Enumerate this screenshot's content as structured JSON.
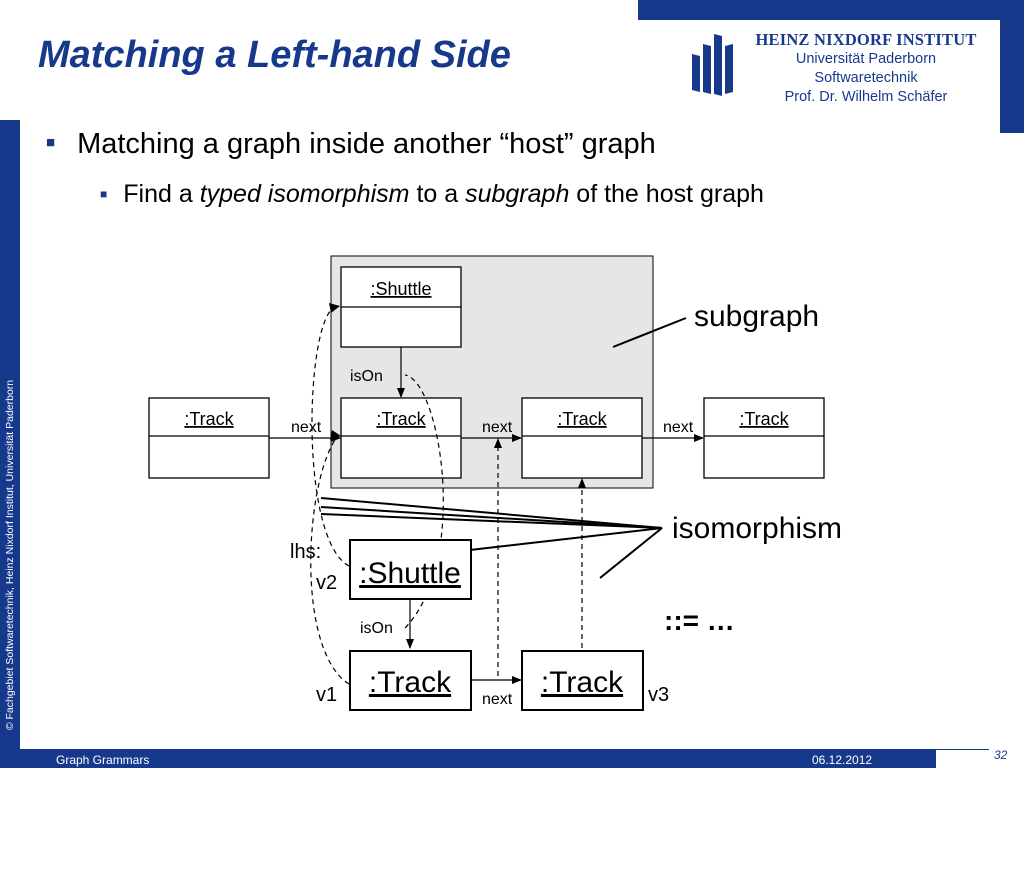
{
  "slide": {
    "title": "Matching a Left-hand Side",
    "side_caption": "© Fachgebiet Softwaretechnik, Heinz Nixdorf Institut, Universität Paderborn"
  },
  "logo": {
    "line1": "HEINZ NIXDORF INSTITUT",
    "line2": "Universität Paderborn",
    "line3": "Softwaretechnik",
    "line4": "Prof. Dr. Wilhelm Schäfer"
  },
  "bullets": {
    "level1": "Matching a graph inside another “host” graph",
    "level2": {
      "part1": "Find a ",
      "part2": "typed isomorphism",
      "part3": " to a ",
      "part4": "subgraph",
      "part5": " of the host graph"
    },
    "marker": "■"
  },
  "diagram": {
    "host": {
      "shuttle": ":Shuttle",
      "track_1": ":Track",
      "track_2": ":Track",
      "track_3": ":Track",
      "track_4": ":Track",
      "is_on": "isOn",
      "next_1": "next",
      "next_2": "next",
      "next_3": "next"
    },
    "annotations": {
      "subgraph": "subgraph",
      "isomorphism": "isomorphism",
      "production": "::=  …"
    },
    "lhs": {
      "prefix": "lhs:",
      "v2": "v2",
      "v1": "v1",
      "v3": "v3",
      "shuttle": ":Shuttle",
      "track_1": ":Track",
      "track_2": ":Track",
      "is_on": "isOn",
      "next": "next"
    }
  },
  "footer": {
    "left": "Graph Grammars",
    "date": "06.12.2012",
    "page": "32"
  },
  "colors": {
    "brand_blue": "#17398c",
    "subgraph_fill": "#e6e6e6"
  }
}
